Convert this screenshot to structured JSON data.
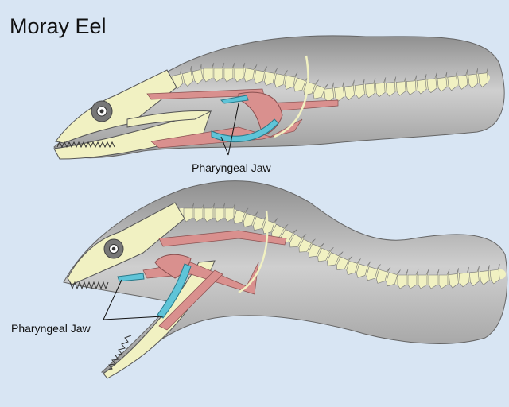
{
  "title": "Moray Eel",
  "labels": {
    "top_pharyngeal_jaw": "Pharyngeal Jaw",
    "bottom_pharyngeal_jaw": "Pharyngeal Jaw"
  },
  "colors": {
    "background": "#d8e5f3",
    "body": "#a9a9a9",
    "bone": "#f1f1c2",
    "muscle": "#d9908e",
    "pharyngeal_jaw": "#5fc4d8"
  }
}
